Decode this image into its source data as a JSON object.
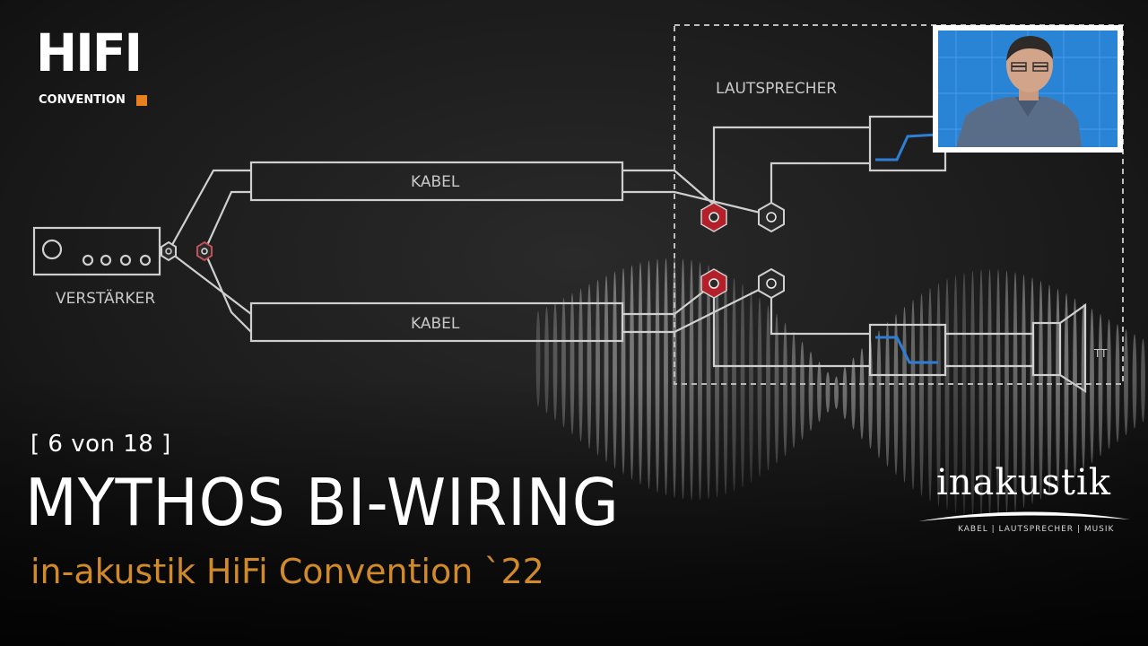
{
  "logo": {
    "main": "HIFI",
    "sub": "CONVENTION"
  },
  "episode": "[ 6 von 18 ]",
  "title": "MYTHOS BI-WIRING",
  "subtitle": "in-akustik HiFi Convention `22",
  "brand": {
    "name": "inakustik",
    "tagline": "KABEL | LAUTSPRECHER | MUSIK"
  },
  "diagram": {
    "amp_label": "VERSTÄRKER",
    "cable_top": "KABEL",
    "cable_bottom": "KABEL",
    "speaker_label": "LAUTSPRECHER"
  },
  "colors": {
    "accent": "#d08a2a",
    "logo_square": "#e8801e",
    "terminal_red": "#b3202a",
    "webcam_bg": "#2a84d6",
    "background": "#121212"
  }
}
